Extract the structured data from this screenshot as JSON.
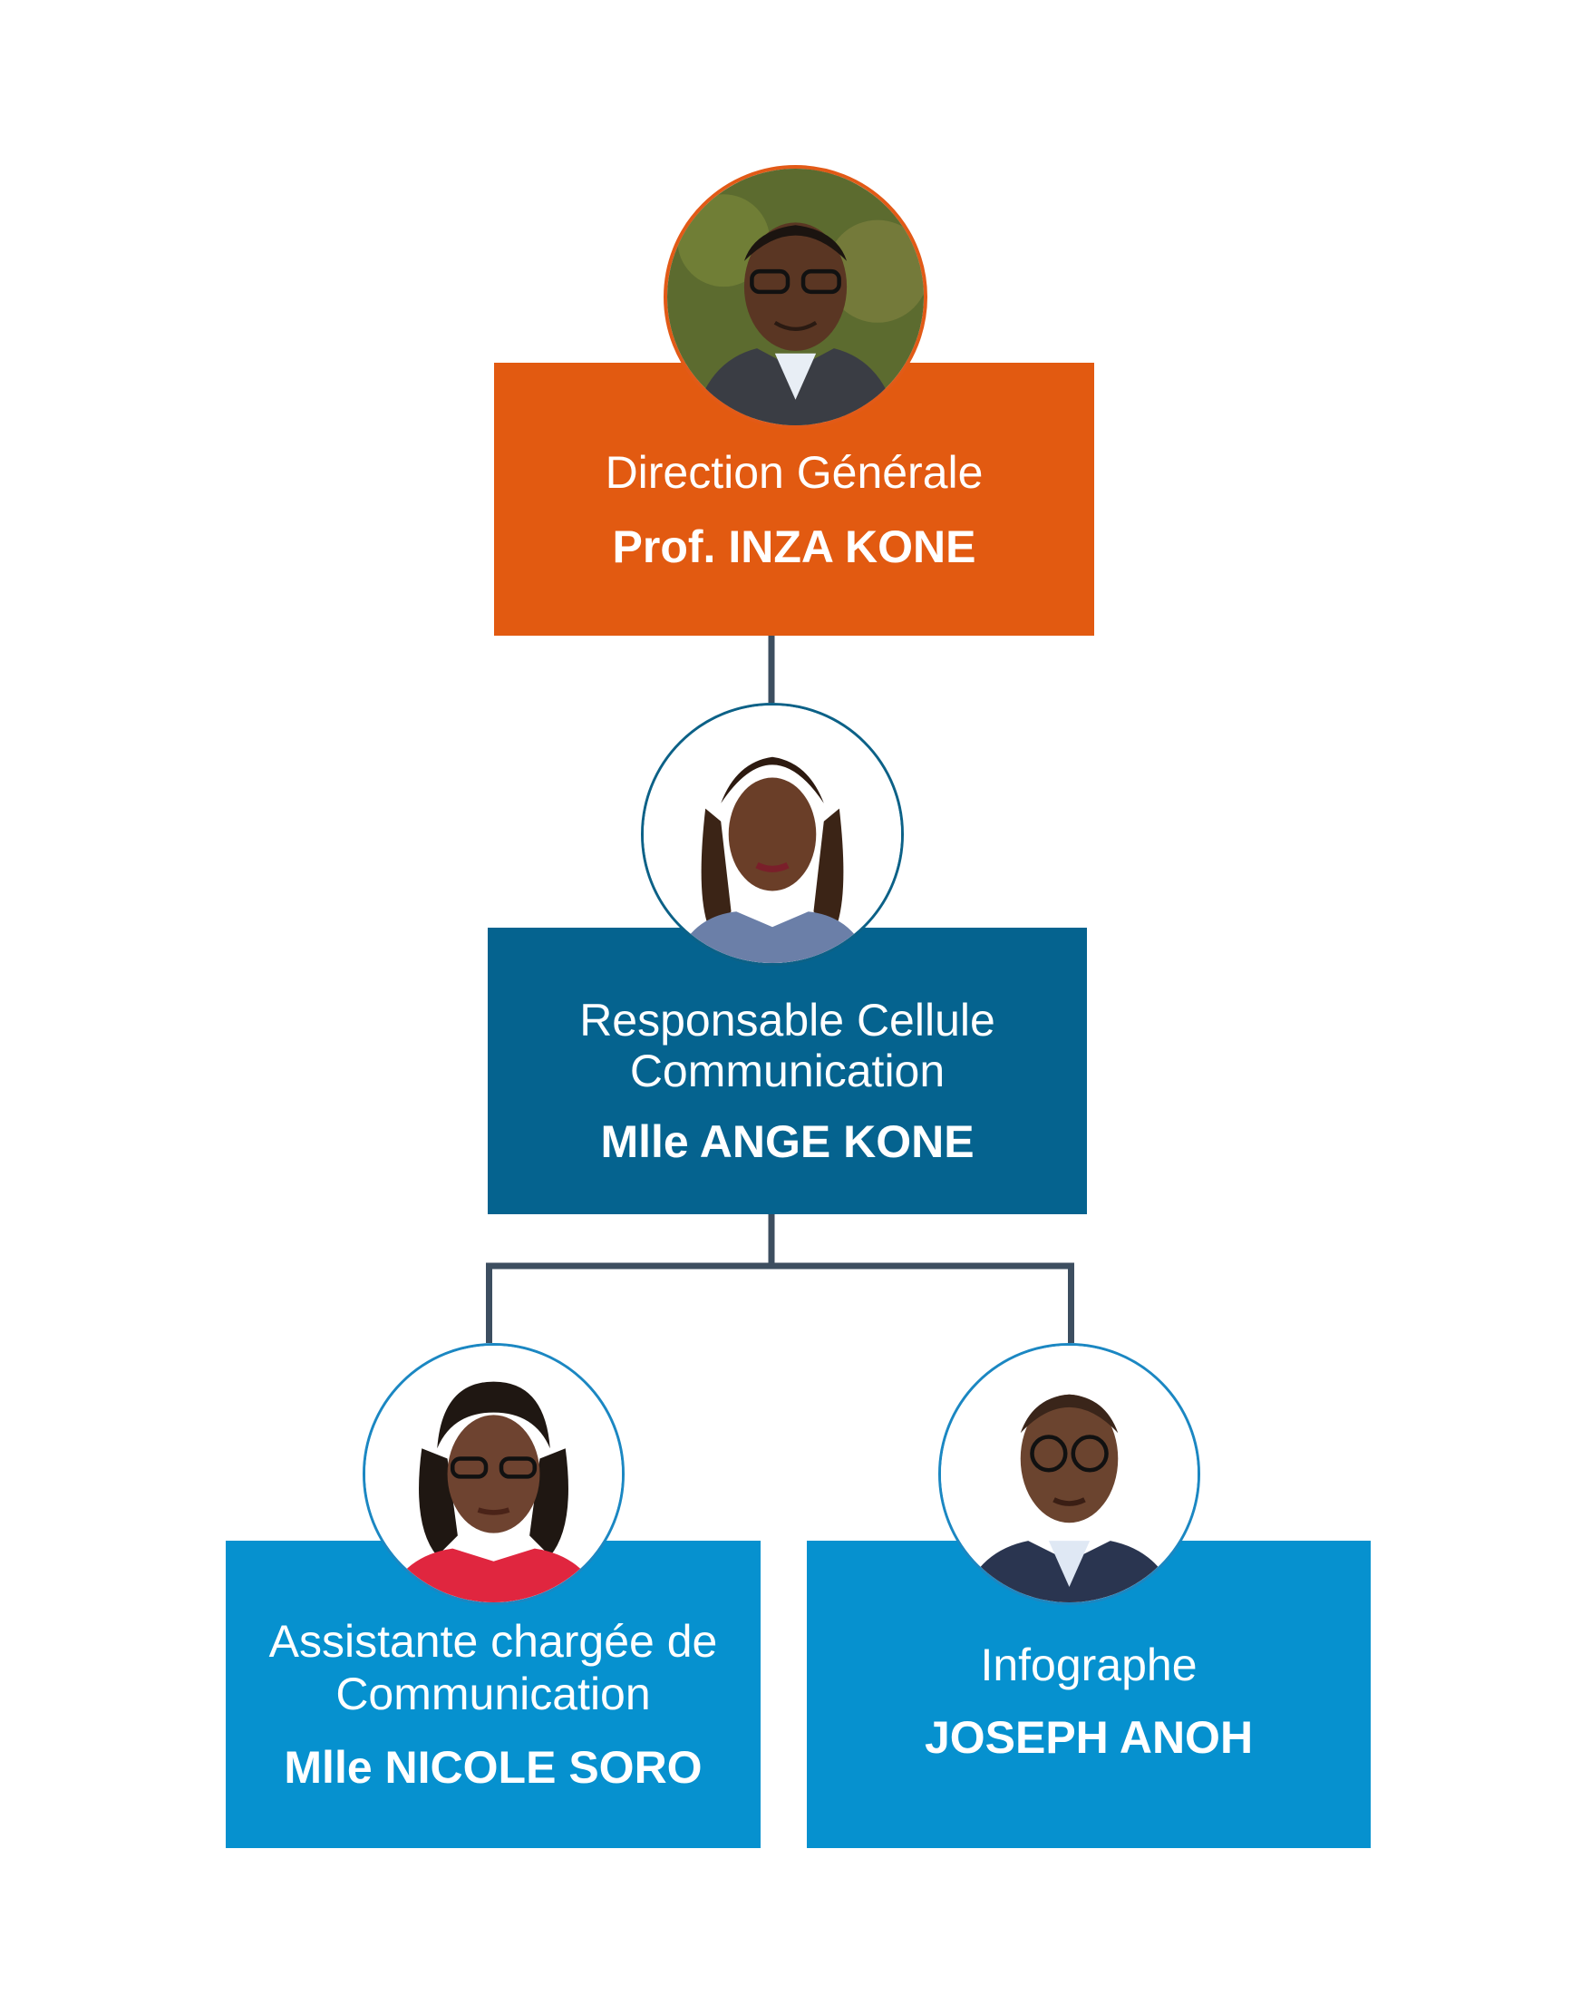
{
  "colors": {
    "orange": "#e25a11",
    "dark_blue": "#05638f",
    "light_blue": "#0691cf",
    "connector": "#3d4e60",
    "text": "#ffffff"
  },
  "nodes": {
    "direction": {
      "role": "Direction Générale",
      "name": "Prof. INZA KONE"
    },
    "responsable": {
      "role": "Responsable Cellule\nCommunication",
      "name": "Mlle ANGE KONE"
    },
    "assistante": {
      "role": "Assistante chargée de\nCommunication",
      "name": "Mlle NICOLE SORO"
    },
    "infographe": {
      "role": "Infographe",
      "name": "JOSEPH ANOH"
    }
  },
  "icons": {
    "portrait": "person-photo-icon"
  }
}
